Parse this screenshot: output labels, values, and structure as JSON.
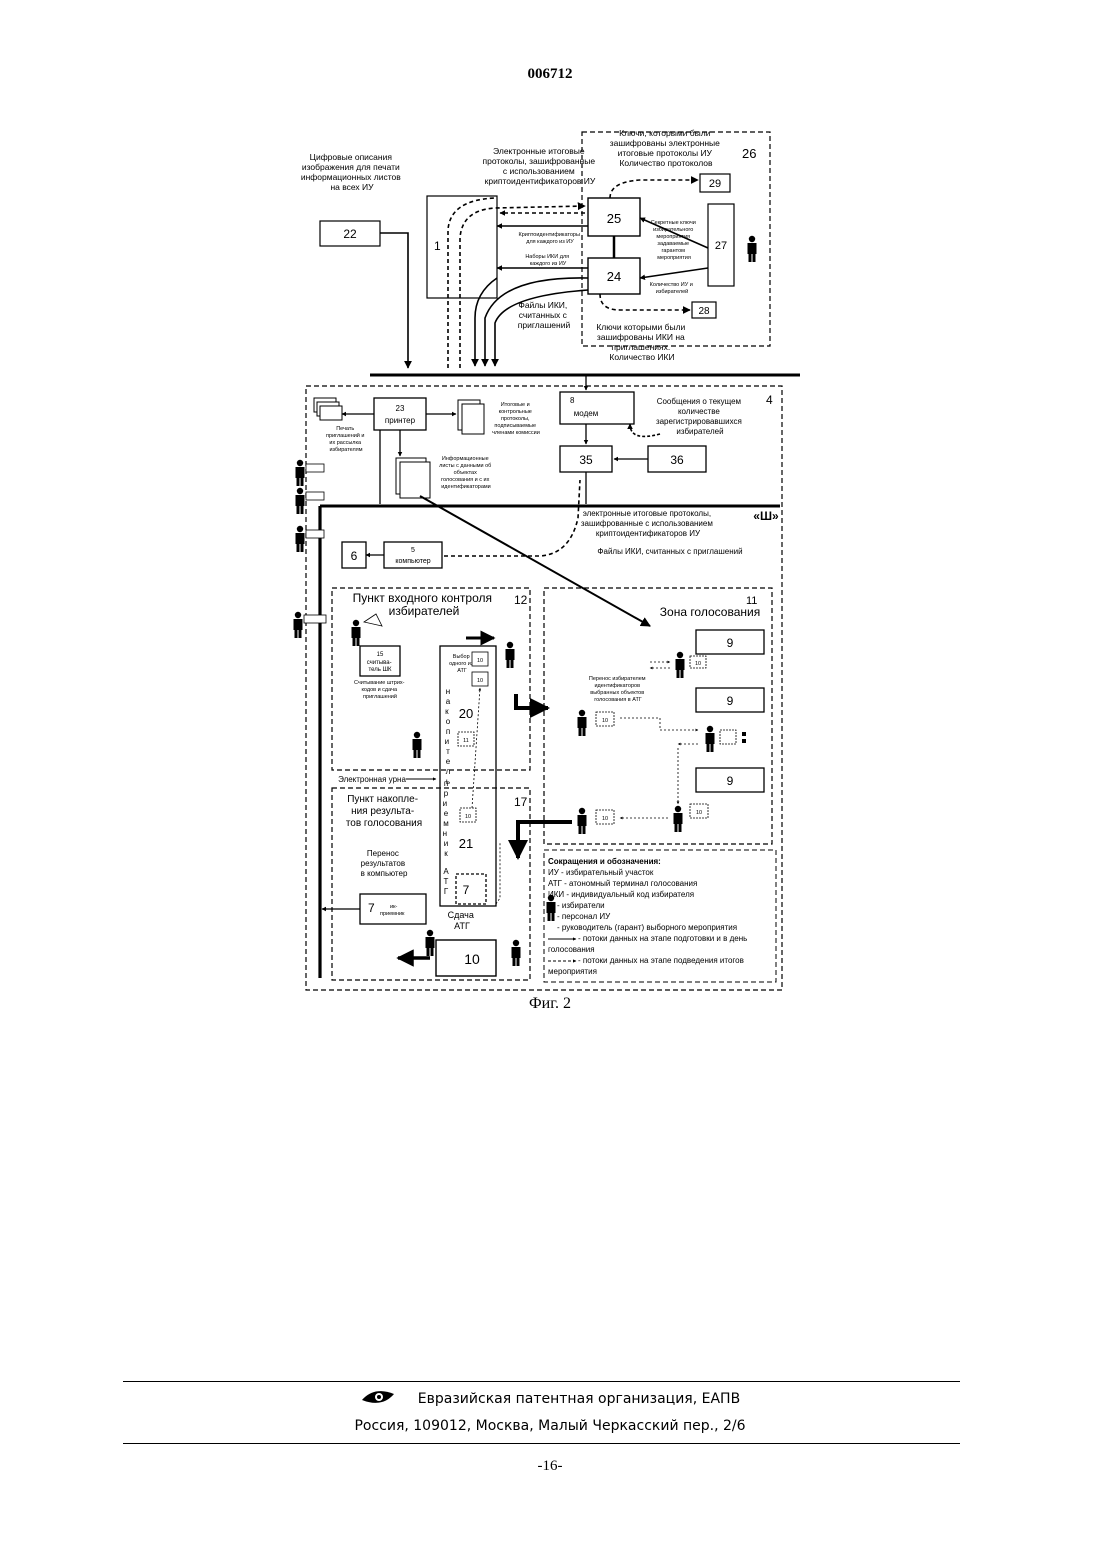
{
  "document_number": "006712",
  "figure": {
    "caption": "Фиг. 2",
    "labels": {
      "digital_descriptions": [
        "Цифровые описания",
        "изображения для печати",
        "информационных листов",
        "на всех ИУ"
      ],
      "electronic_protocols": [
        "Электронные итоговые",
        "протоколы, зашифрованные",
        "с использованием",
        "криптоидентификаторов ИУ"
      ],
      "keys_protocols": [
        "Ключи, которыми были",
        "зашифрованы электронные",
        "итоговые протоколы ИУ",
        "Количество протоколов"
      ],
      "crypto_each": [
        "Криптоидентификаторы",
        "для каждого из ИУ"
      ],
      "iki_sets": [
        "Наборы ИКИ для",
        "каждого из ИУ"
      ],
      "secret_keys": [
        "Секретные ключи",
        "избирательного",
        "мероприятия",
        "задаваемые",
        "гарантом",
        "мероприятия"
      ],
      "count_iu": [
        "Количество ИУ и",
        "избирателей"
      ],
      "iki_files": [
        "Файлы ИКИ,",
        "считанных с",
        "приглашений"
      ],
      "keys_iki": [
        "Ключи которыми были",
        "зашифрованы ИКИ на",
        "приглашениях.",
        "Количество ИКИ"
      ],
      "print_invitations": [
        "Печать",
        "приглашений и",
        "их рассылка",
        "избирателям"
      ],
      "printer": "принтер",
      "final_protocols": [
        "Итоговые и",
        "контрольные",
        "протоколы,",
        "подписываемые",
        "членами комиссии"
      ],
      "modem": "модем",
      "messages_count": [
        "Сообщения о текущем",
        "количестве",
        "зарегистрировавшихся",
        "избирателей"
      ],
      "info_sheets": [
        "Информационные",
        "листы с данными об",
        "объектах",
        "голосования и с их",
        "идентификаторами"
      ],
      "bus": "«Ш»",
      "bus_protocols": [
        "электронные итоговые протоколы,",
        "зашифрованные с использованием",
        "криптоидентификаторов ИУ"
      ],
      "bus_iki": "Файлы ИКИ, считанных с приглашений",
      "computer": "компьютер",
      "entry_control": [
        "Пункт входного контроля",
        "избирателей"
      ],
      "reader": [
        "считыва-",
        "тель ШК"
      ],
      "reading_barcodes": [
        "Считывание штрих-",
        "кодов и сдача",
        "приглашений"
      ],
      "select_atg": [
        "Выбор",
        "одного из",
        "АТГ"
      ],
      "accumulator": "накопитель",
      "electronic_urn": "Электронная урна",
      "results_point": [
        "Пункт накопле-",
        "ния результа-",
        "тов голосования"
      ],
      "receiver": "приемник",
      "atg": "АТГ",
      "transfer_results": [
        "Перенос",
        "результатов",
        "в компьютер"
      ],
      "ik_receiver": [
        "ик-",
        "приемник"
      ],
      "submit_atg": [
        "Сдача",
        "АТГ"
      ],
      "voting_zone": "Зона голосования",
      "transfer_ids": [
        "Перенос избирателем",
        "идентификаторов",
        "выбранных объектов",
        "голосования в АТГ"
      ],
      "legend": [
        "Сокращения и обозначения:",
        "ИУ - избирательный участок",
        "АТГ - атономный терминал голосования",
        "ИКИ - индивидуальный код избирателя",
        "- избиратели",
        "- персонал ИУ",
        "- руководитель (гарант) выборного мероприятия",
        "- потоки данных на этапе подготовки и в день",
        "голосования",
        "- потоки данных на этапе подведения итогов",
        "мероприятия"
      ]
    },
    "numbers": {
      "n22": "22",
      "n1": "1",
      "n25": "25",
      "n24": "24",
      "n29": "29",
      "n27": "27",
      "n28": "28",
      "n26": "26",
      "n23": "23",
      "n8": "8",
      "n4": "4",
      "n35": "35",
      "n36": "36",
      "n6": "6",
      "n5": "5",
      "n12": "12",
      "n15": "15",
      "n20": "20",
      "n21": "21",
      "n17": "17",
      "n7": "7",
      "n7b": "7",
      "n10big": "10",
      "n11": "11",
      "n9a": "9",
      "n9b": "9",
      "n9c": "9",
      "small10a": "10",
      "small10b": "10",
      "small11": "11",
      "small10c": "10",
      "small10d": "10",
      "small10e": "10",
      "small10f": "10",
      "small10g": "10"
    }
  },
  "footer": {
    "organization": "Евразийская патентная организация, ЕАПВ",
    "address": "Россия, 109012, Москва, Малый Черкасский пер., 2/6"
  },
  "page_number": "-16-"
}
